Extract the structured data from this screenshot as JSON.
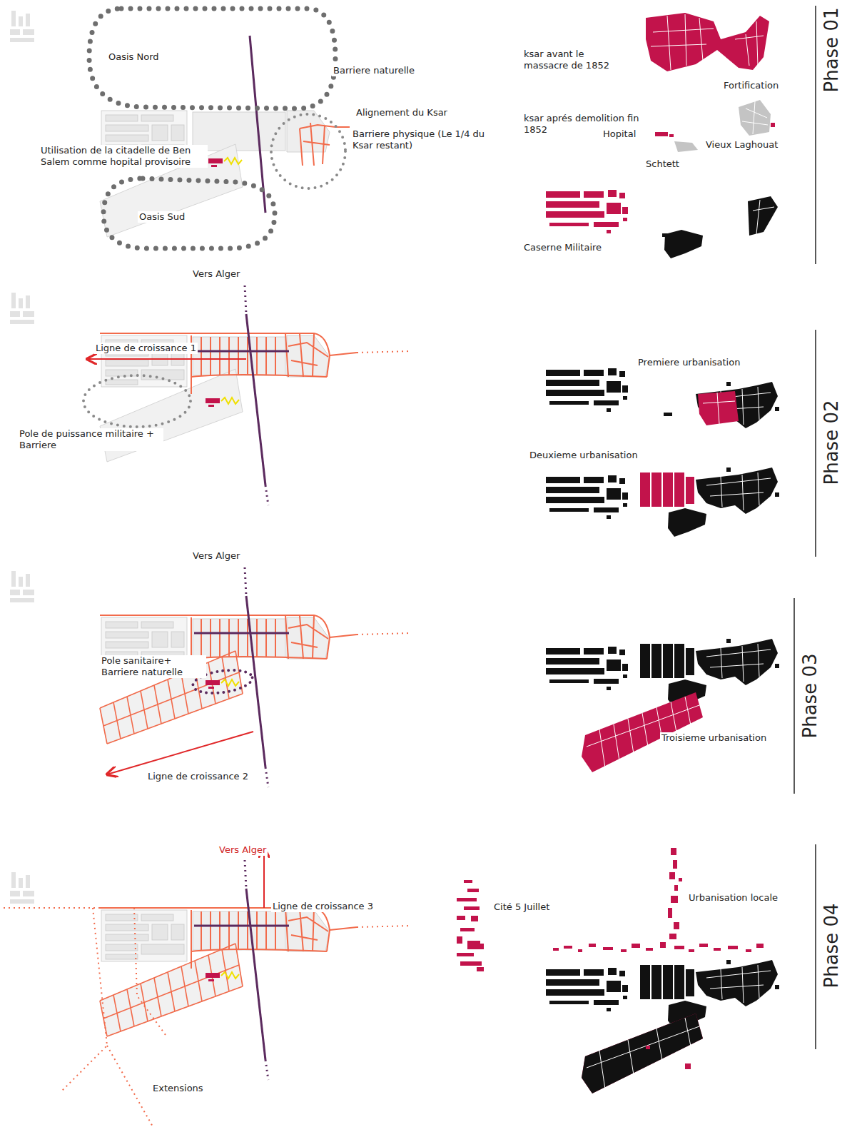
{
  "diagram": {
    "labels": [
      "Oasis Nord",
      "Barriere naturelle",
      "Alignement du Ksar",
      "Barriere physique (Le 1/4 du Ksar restant)",
      "Utilisation de la citadelle de Ben Salem comme hopital provisoire",
      "Oasis Sud",
      "ksar avant le massacre de 1852",
      "Fortification",
      "ksar aprés demolition fin 1852",
      "Hopital",
      "Vieux Laghouat",
      "Schtett",
      "Caserne Militaire",
      "Phase 01",
      "Vers Alger",
      "Ligne de croissance 1",
      "Pole de puissance militaire + Barriere",
      "Premiere urbanisation",
      "Deuxieme urbanisation",
      "Phase 02",
      "Vers Alger",
      "Pole sanitaire+ Barriere naturelle",
      "Ligne de croissance 2",
      "Troisieme urbanisation",
      "Phase 03",
      "Vers Alger",
      "Ligne de croissance 3",
      "Extensions",
      "Cité 5 Juillet",
      "Urbanisation locale",
      "Phase 04"
    ]
  }
}
